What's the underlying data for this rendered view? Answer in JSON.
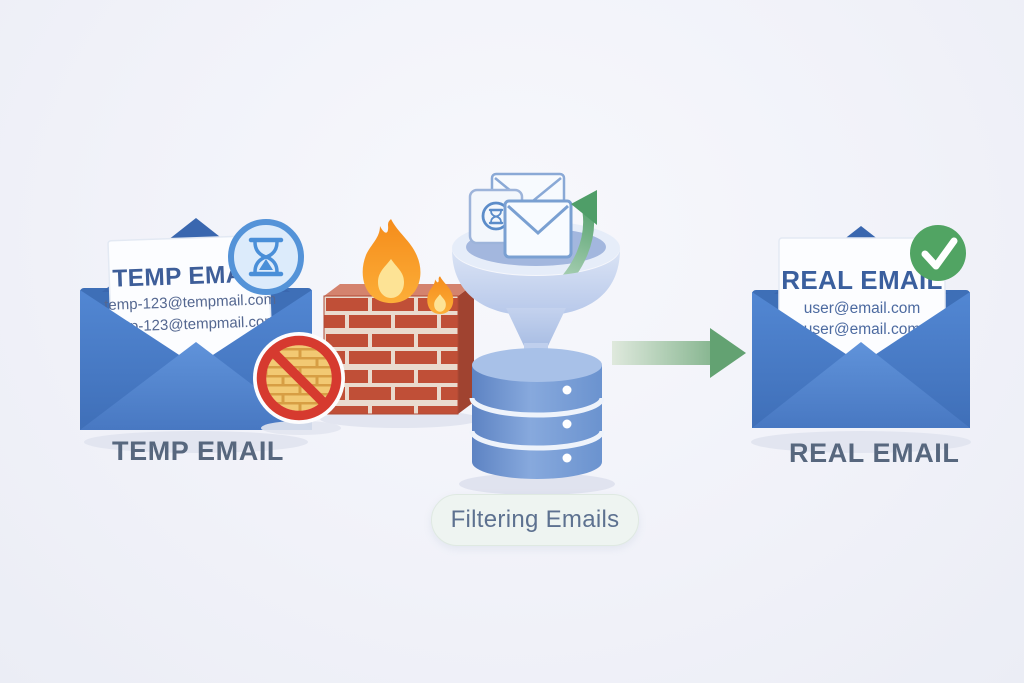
{
  "illustration": {
    "left": {
      "letter_title": "TEMP EMAIL",
      "letter_line_1": "temp-123@tempmail.com",
      "letter_line_2": "temp-123@tempmail.com",
      "caption": "TEMP EMAIL",
      "badge_icon": "hourglass-icon",
      "block_icon": "no-entry-bricks-icon"
    },
    "center": {
      "label": "Filtering Emails",
      "icons": {
        "firewall": "brick-wall-flame-icon",
        "funnel": "funnel-icon",
        "database": "database-icon",
        "incoming_mail": "email-stack-icon",
        "up_arrow": "curved-up-arrow-icon"
      }
    },
    "right": {
      "letter_title": "REAL EMAIL",
      "letter_line_1": "user@email.com",
      "letter_line_2": "user@email.com",
      "caption": "REAL EMAIL",
      "badge_icon": "check-icon"
    },
    "flow_arrow_icon": "right-arrow-icon",
    "colors": {
      "background": "#f1f2f9",
      "envelope_blue": "#4b80cb",
      "envelope_dark_blue": "#3a67af",
      "letter_heading_blue": "#3e5e99",
      "caption_gray_blue": "#57677e",
      "badge_blue": "#4a90d9",
      "check_green": "#51a463",
      "arrow_green": "#6aa577",
      "prohibition_red": "#d63a2f",
      "brick_red": "#c04f37",
      "flame_orange": "#f7941d",
      "flame_yellow": "#fde395",
      "funnel_blue": "#c9d7f0",
      "database_blue": "#6b93cf"
    }
  }
}
